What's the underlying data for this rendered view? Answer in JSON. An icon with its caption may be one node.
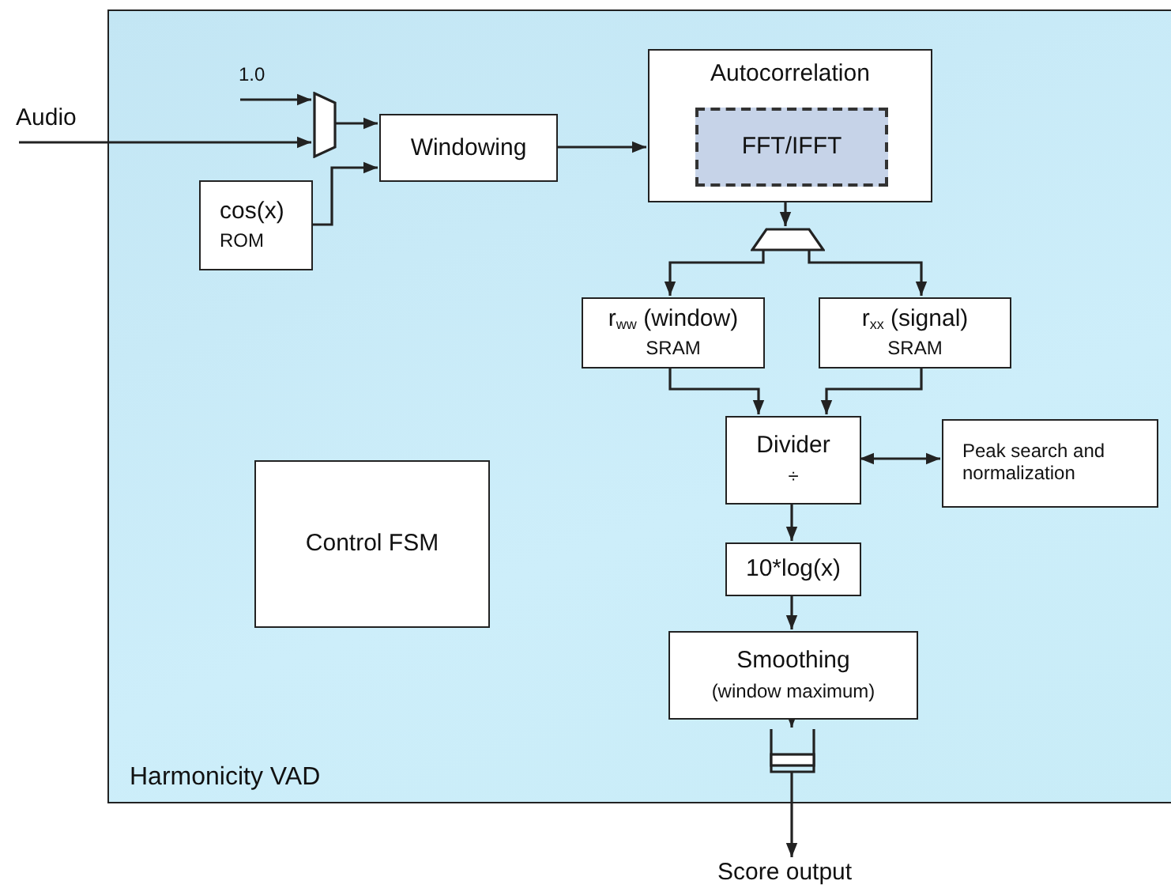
{
  "diagram": {
    "nodes": [
      {
        "text": [
          "Harmonicity VAD"
        ]
      },
      {
        "text": [
          "Audio"
        ]
      },
      {
        "text": [
          "1.0"
        ],
        "in": 0
      },
      {
        "text": [],
        "shape": "trapezoid",
        "in": 0
      },
      {
        "text": [
          "Windowing"
        ],
        "in": 0
      },
      {
        "text": [
          "cos(x)",
          "ROM"
        ],
        "in": 0
      },
      {
        "text": [
          "Autocorrelation"
        ],
        "in": 0
      },
      {
        "text": [
          "FFT/IFFT"
        ],
        "in": 6
      },
      {
        "text": [],
        "shape": "trapezoid",
        "in": 0
      },
      {
        "text": [
          "r$_{ww}$ (window)",
          "SRAM"
        ],
        "in": 0
      },
      {
        "text": [
          "r$_{xx}$ (signal)",
          "SRAM"
        ],
        "in": 0
      },
      {
        "text": [
          "Divider",
          "÷"
        ],
        "in": 0
      },
      {
        "text": [
          "Peak search and normalization"
        ],
        "in": 0
      },
      {
        "text": [
          "Control FSM"
        ],
        "in": 0
      },
      {
        "text": [
          "10*log(x)"
        ],
        "in": 0
      },
      {
        "text": [
          "Smoothing",
          "(window maximum)"
        ],
        "in": 0
      },
      {
        "text": [],
        "shape": "buffer",
        "in": 0
      },
      {
        "text": [
          "Score output"
        ]
      }
    ],
    "edges": [
      {
        "from": 1,
        "to": 3,
        "arrow": "to"
      },
      {
        "from": 2,
        "to": 3,
        "arrow": "to"
      },
      {
        "from": 3,
        "to": 4,
        "arrow": "to"
      },
      {
        "from": 5,
        "to": 4,
        "arrow": "to"
      },
      {
        "from": 4,
        "to": 6,
        "arrow": "to"
      },
      {
        "from": 6,
        "to": 8,
        "arrow": "to"
      },
      {
        "from": 8,
        "to": 9,
        "arrow": "to"
      },
      {
        "from": 8,
        "to": 10,
        "arrow": "to"
      },
      {
        "from": 9,
        "to": 11,
        "arrow": "to"
      },
      {
        "from": 10,
        "to": 11,
        "arrow": "to"
      },
      {
        "from": 11,
        "to": 12,
        "arrow": "both"
      },
      {
        "from": 11,
        "to": 14,
        "arrow": "to"
      },
      {
        "from": 14,
        "to": 15,
        "arrow": "to"
      },
      {
        "from": 15,
        "to": 16,
        "arrow": "to"
      },
      {
        "from": 16,
        "to": 17,
        "arrow": "to"
      }
    ]
  }
}
